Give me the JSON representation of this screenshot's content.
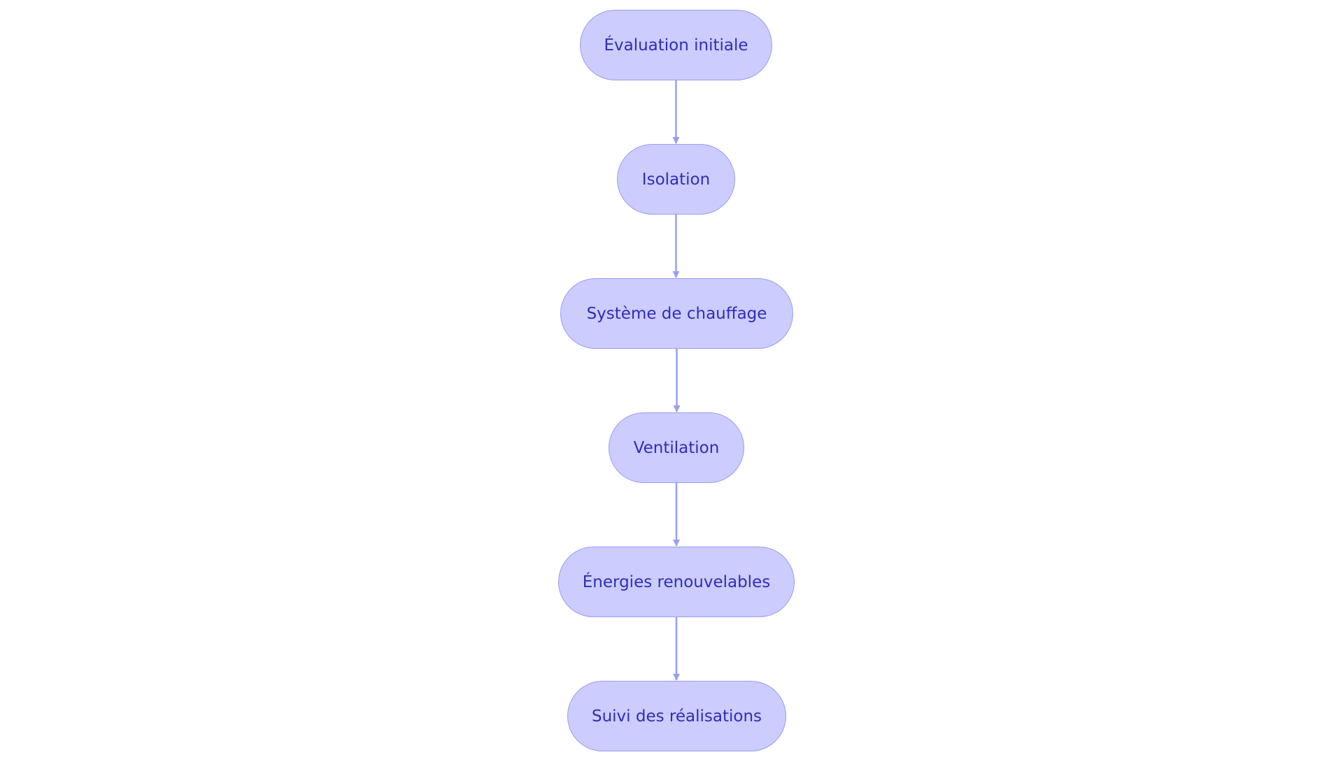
{
  "colors": {
    "background": "#ffffff",
    "node_fill": "#ccccff",
    "node_border": "#9a9ef0",
    "node_text": "#2e2eb8",
    "edge": "#9a9ef0"
  },
  "nodes": [
    {
      "id": "n1",
      "label": "Évaluation initiale"
    },
    {
      "id": "n2",
      "label": "Isolation"
    },
    {
      "id": "n3",
      "label": "Système de chauffage"
    },
    {
      "id": "n4",
      "label": "Ventilation"
    },
    {
      "id": "n5",
      "label": "Énergies renouvelables"
    },
    {
      "id": "n6",
      "label": "Suivi des réalisations"
    }
  ],
  "edges": [
    {
      "from": "n1",
      "to": "n2"
    },
    {
      "from": "n2",
      "to": "n3"
    },
    {
      "from": "n3",
      "to": "n4"
    },
    {
      "from": "n4",
      "to": "n5"
    },
    {
      "from": "n5",
      "to": "n6"
    }
  ]
}
